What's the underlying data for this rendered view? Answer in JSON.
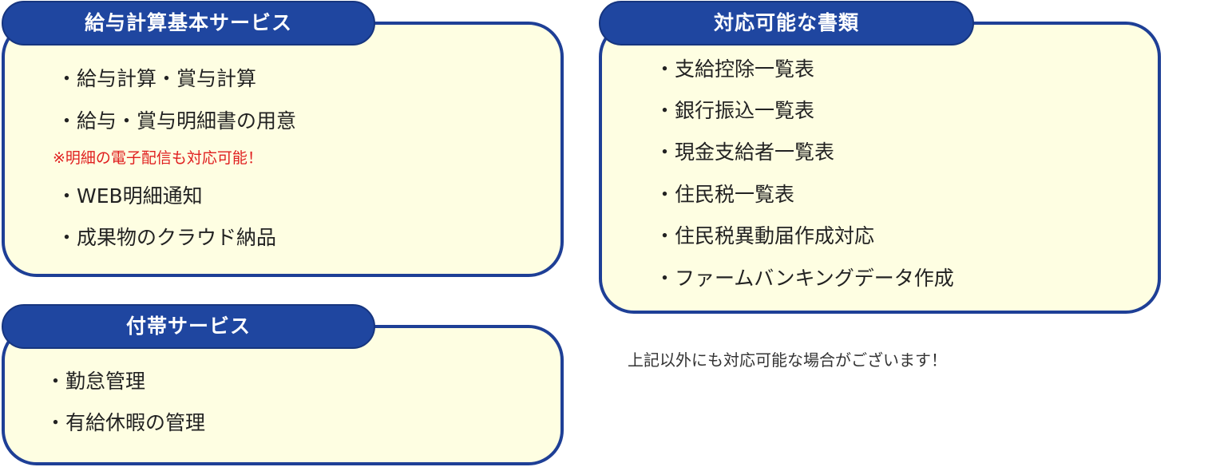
{
  "basic_services": {
    "title": "給与計算基本サービス",
    "items": [
      "・給与計算・賞与計算",
      "・給与・賞与明細書の用意",
      "・WEB明細通知",
      "・成果物のクラウド納品"
    ],
    "note": "※明細の電子配信も対応可能！"
  },
  "additional_services": {
    "title": "付帯サービス",
    "items": [
      "・勤怠管理",
      "・有給休暇の管理"
    ]
  },
  "documents": {
    "title": "対応可能な書類",
    "items": [
      "・支給控除一覧表",
      "・銀行振込一覧表",
      "・現金支給者一覧表",
      "・住民税一覧表",
      "・住民税異動届作成対応",
      "・ファームバンキングデータ作成"
    ]
  },
  "footnote": "上記以外にも対応可能な場合がございます！",
  "colors": {
    "panel_background": "#fefee2",
    "panel_border": "#1e3f96",
    "tab_background": "#1f46a0",
    "note_red": "#e02020"
  }
}
